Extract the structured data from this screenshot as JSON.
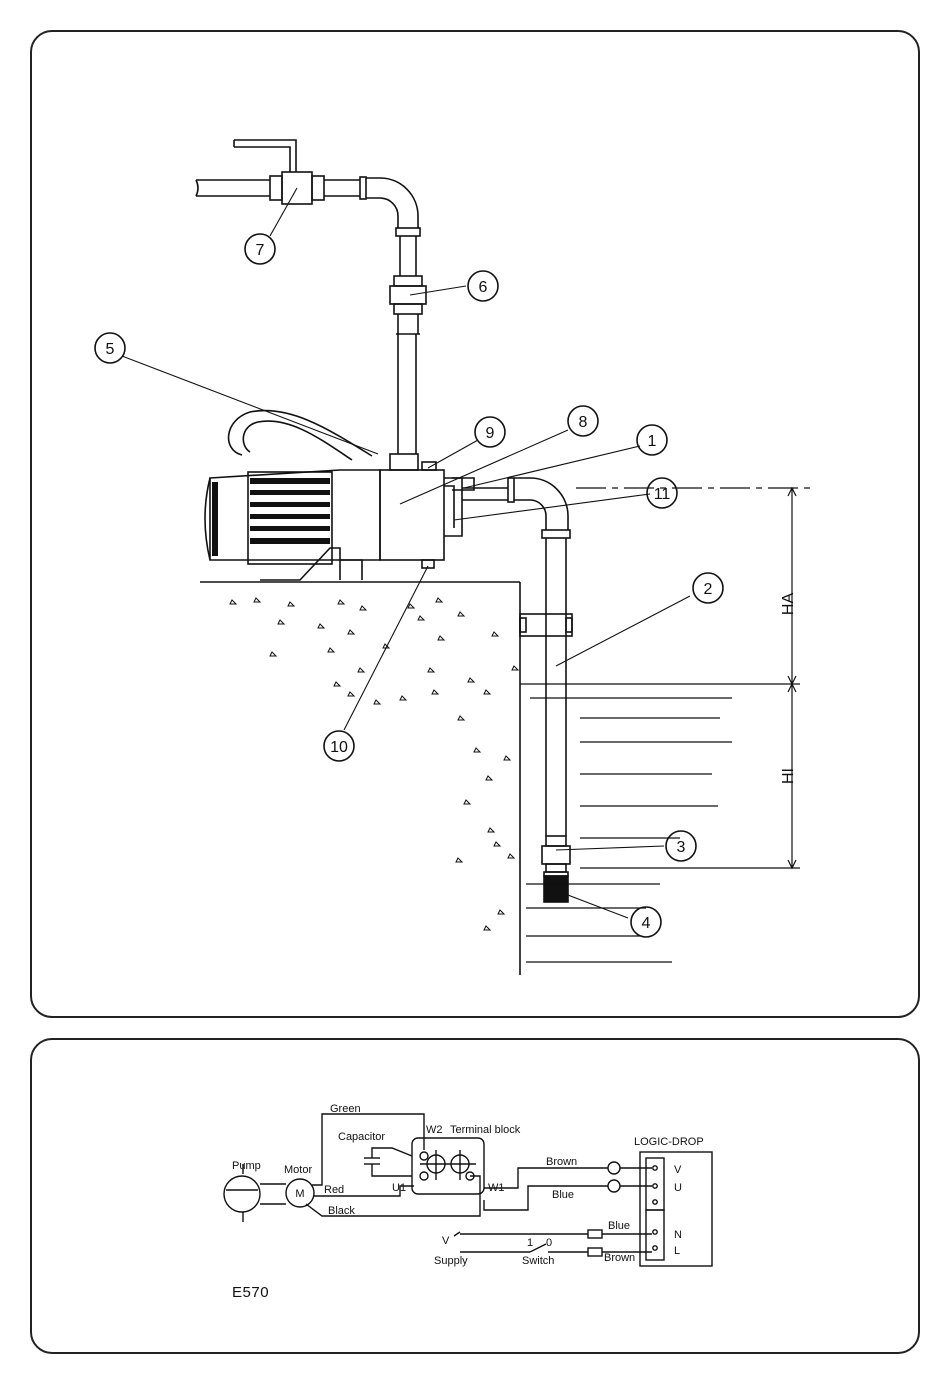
{
  "diagram": {
    "callouts": [
      "1",
      "2",
      "3",
      "4",
      "5",
      "6",
      "7",
      "8",
      "9",
      "10",
      "11"
    ],
    "dimensions": {
      "suction_height": "HA",
      "immersion_height": "HI"
    }
  },
  "wiring": {
    "labels": {
      "pump": "Pump",
      "motor": "Motor",
      "motor_symbol": "M",
      "green": "Green",
      "capacitor": "Capacitor",
      "w2": "W2",
      "terminal_block": "Terminal block",
      "u1": "U1",
      "w1": "W1",
      "red": "Red",
      "black": "Black",
      "brown_top": "Brown",
      "blue_top": "Blue",
      "logic_drop": "LOGIC-DROP",
      "term_v": "V",
      "term_u": "U",
      "term_n": "N",
      "term_l": "L",
      "blue_bottom": "Blue",
      "brown_bottom": "Brown",
      "supply": "Supply",
      "switch": "Switch",
      "switch_on": "1",
      "switch_off": "0",
      "supply_v": "V"
    },
    "code": "E570"
  }
}
